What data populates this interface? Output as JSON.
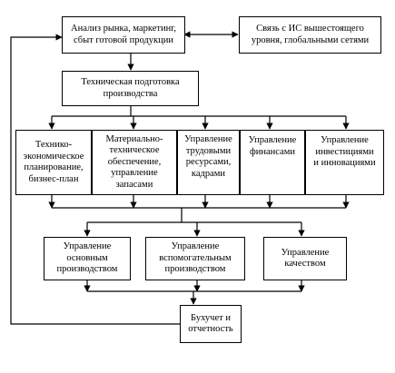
{
  "diagram": {
    "nodes": {
      "market": "Анализ рынка, маркетинг,\nсбыт готовой продукции",
      "link_is": "Связь с ИС вышестоящего\nуровня, глобальными сетями",
      "tech_prep": "Техническая подготовка\nпроизводства",
      "planning": "Технико-\nэкономическое\nпланирование,\nбизнес-план",
      "material": "Материально-\nтехническое\nобеспечение,\nуправление\nзапасами",
      "labor": "Управление\nтрудовыми\nресурсами,\nкадрами",
      "finance": "Управление\nфинансами",
      "invest": "Управление\nинвестициями\nи инновациями",
      "main_prod": "Управление\nосновным\nпроизводством",
      "aux_prod": "Управление\nвспомогательным\nпроизводством",
      "quality": "Управление\nкачеством",
      "accounting": "Бухучет и\nотчетность"
    },
    "colors": {
      "line": "#000000",
      "fill": "#ffffff"
    }
  }
}
